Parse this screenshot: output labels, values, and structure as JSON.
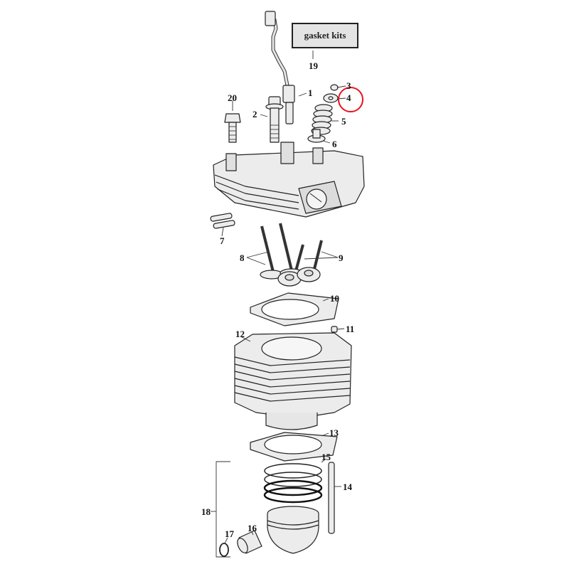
{
  "diagram": {
    "title_box": {
      "label": "gasket kits",
      "callout": "19"
    },
    "highlight": {
      "callout": "4",
      "color": "#e8141c"
    },
    "parts": [
      {
        "callout": "1",
        "name": "oil-pressure-sender-with-wire"
      },
      {
        "callout": "2",
        "name": "head-bolt"
      },
      {
        "callout": "3",
        "name": "valve-keeper"
      },
      {
        "callout": "4",
        "name": "valve-spring-retainer"
      },
      {
        "callout": "5",
        "name": "valve-spring"
      },
      {
        "callout": "6",
        "name": "valve-seal-spring-seat"
      },
      {
        "callout": "7",
        "name": "dowel-pins"
      },
      {
        "callout": "8",
        "name": "intake-exhaust-valves-pair"
      },
      {
        "callout": "9",
        "name": "valves-pair"
      },
      {
        "callout": "10",
        "name": "head-gasket"
      },
      {
        "callout": "11",
        "name": "dowel"
      },
      {
        "callout": "12",
        "name": "cylinder"
      },
      {
        "callout": "13",
        "name": "base-gasket"
      },
      {
        "callout": "14",
        "name": "pushrod-stud"
      },
      {
        "callout": "15",
        "name": "piston-rings"
      },
      {
        "callout": "16",
        "name": "piston-pin"
      },
      {
        "callout": "17",
        "name": "circlip"
      },
      {
        "callout": "18",
        "name": "piston-kit-bracket"
      },
      {
        "callout": "19",
        "name": "gasket-kits"
      },
      {
        "callout": "20",
        "name": "bolt"
      }
    ],
    "colors": {
      "line": "#222222",
      "fill": "#ececec",
      "shade": "#cfcfcf",
      "highlight": "#e8141c"
    }
  }
}
